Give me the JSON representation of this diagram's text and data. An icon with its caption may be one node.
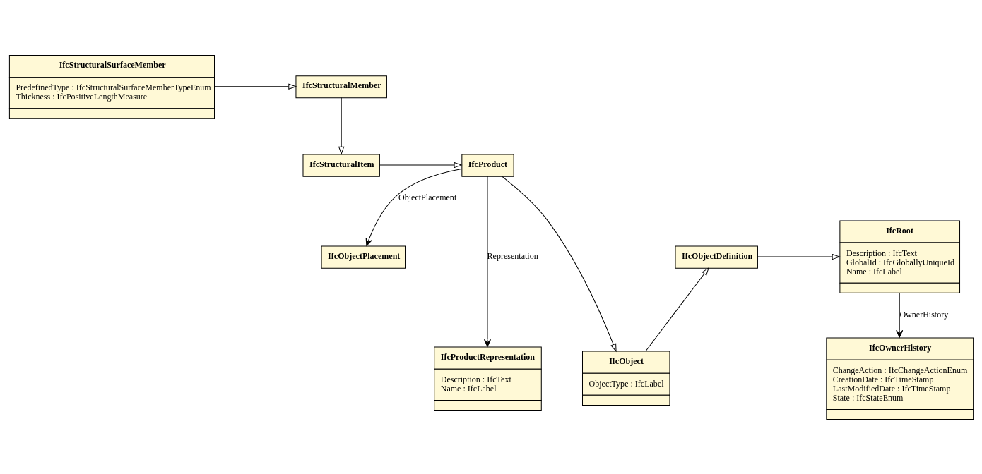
{
  "diagram": {
    "nodes": [
      {
        "text": [
          "IfcStructuralSurfaceMember",
          "PredefinedType : IfcStructuralSurfaceMemberTypeEnum",
          "Thickness : IfcPositiveLengthMeasure"
        ]
      },
      {
        "text": [
          "IfcStructuralMember"
        ]
      },
      {
        "text": [
          "IfcProduct"
        ]
      },
      {
        "text": [
          "IfcStructuralItem"
        ]
      },
      {
        "text": [
          "IfcObjectPlacement"
        ]
      },
      {
        "text": [
          "IfcObjectDefinition"
        ]
      },
      {
        "text": [
          "IfcRoot",
          "Description : IfcText",
          "GlobalId : IfcGloballyUniqueId",
          "Name : IfcLabel"
        ]
      },
      {
        "text": [
          "IfcOwnerHistory",
          "ChangeAction : IfcChangeActionEnum",
          "CreationDate : IfcTimeStamp",
          "LastModifiedDate : IfcTimeStamp",
          "State : IfcStateEnum"
        ]
      },
      {
        "text": [
          "IfcProductRepresentation",
          "Description : IfcText",
          "Name : IfcLabel"
        ]
      },
      {
        "text": [
          "IfcObject",
          "ObjectType : IfcLabel"
        ]
      }
    ],
    "edges": [
      {
        "from": 0,
        "to": 1,
        "arrow": "to"
      },
      {
        "from": 1,
        "to": 3,
        "arrow": "to"
      },
      {
        "from": 3,
        "to": 2,
        "arrow": "to"
      },
      {
        "from": 2,
        "to": 4,
        "arrow": "to",
        "label": "ObjectPlacement"
      },
      {
        "from": 2,
        "to": 8,
        "arrow": "to",
        "label": "Representation"
      },
      {
        "from": 2,
        "to": 9,
        "arrow": "to"
      },
      {
        "from": 9,
        "to": 5,
        "arrow": "to"
      },
      {
        "from": 5,
        "to": 6,
        "arrow": "to"
      },
      {
        "from": 6,
        "to": 7,
        "arrow": "to",
        "label": "OwnerHistory"
      }
    ]
  }
}
